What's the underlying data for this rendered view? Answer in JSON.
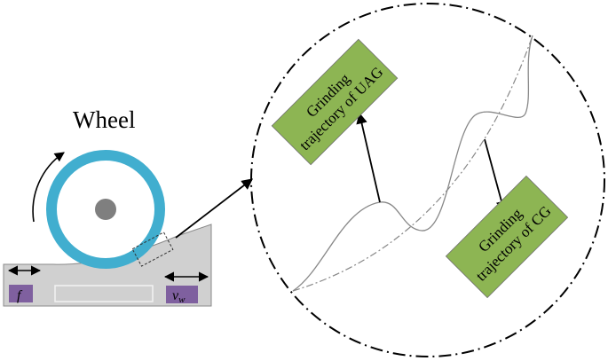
{
  "wheel_label": "Wheel",
  "feed_symbol": "f",
  "workpiece_velocity_symbol": "v",
  "workpiece_velocity_subscript": "w",
  "uag_label": {
    "line1": "Grinding",
    "line2": "trajectory of UAG"
  },
  "cg_label": {
    "line1": "Grinding",
    "line2": "trajectory of CG"
  },
  "colors": {
    "wheel_ring": "#41AECF",
    "wheel_hub": "#7F7F7F",
    "workpiece": "#D0D0D0",
    "label_box": "#8DB553",
    "symbol_box": "#7F609F"
  }
}
